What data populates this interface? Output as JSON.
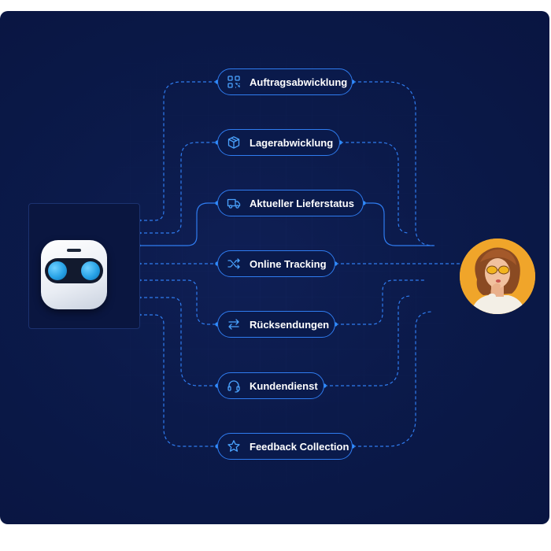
{
  "colors": {
    "background": "#0b1a4a",
    "connector": "#2f7cf0",
    "pill_fill": "#0a1a4b",
    "avatar_bg": "#f0a52a"
  },
  "bot": {
    "icon": "robot-head-icon"
  },
  "person": {
    "icon": "thinking-person-avatar"
  },
  "items": [
    {
      "label": "Auftragsabwicklung",
      "icon": "qr-scan-icon"
    },
    {
      "label": "Lagerabwicklung",
      "icon": "package-box-icon"
    },
    {
      "label": "Aktueller Lieferstatus",
      "icon": "delivery-truck-icon"
    },
    {
      "label": "Online Tracking",
      "icon": "shuffle-icon"
    },
    {
      "label": "Rücksendungen",
      "icon": "swap-arrows-icon"
    },
    {
      "label": "Kundendienst",
      "icon": "headset-icon"
    },
    {
      "label": "Feedback Collection",
      "icon": "star-icon"
    }
  ]
}
